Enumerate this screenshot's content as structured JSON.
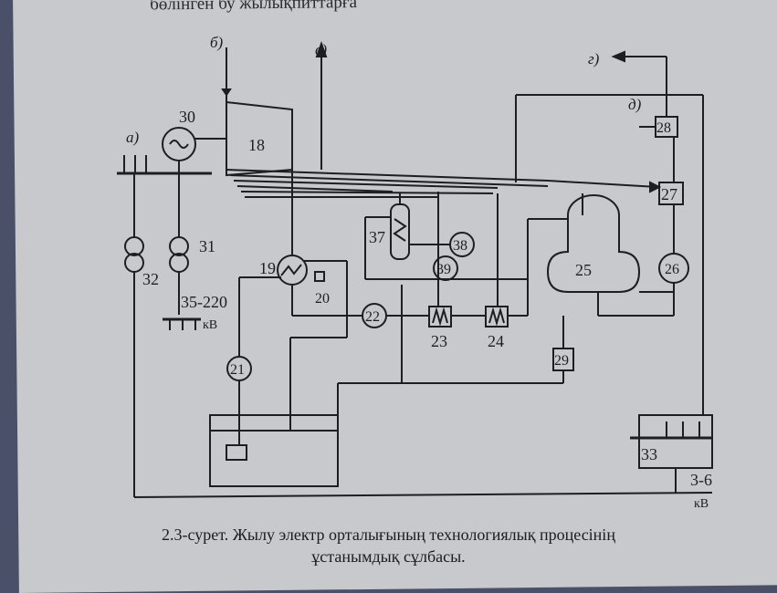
{
  "header_text": "бөлінген бу жылықпиттарға",
  "caption": {
    "line1": "2.3-сурет. Жылу электр орталығының технологиялық процесінің",
    "line2": "ұстанымдық сұлбасы."
  },
  "streams": {
    "a": "а)",
    "b": "б)",
    "v": "в)",
    "g": "г)",
    "d": "д)"
  },
  "components": {
    "c18": "18",
    "c19": "19",
    "c20": "20",
    "c21": "21",
    "c22": "22",
    "c23": "23",
    "c24": "24",
    "c25": "25",
    "c26": "26",
    "c27": "27",
    "c28": "28",
    "c29": "29",
    "c30": "30",
    "c31": "31",
    "c32": "32",
    "c33": "33",
    "c37": "37",
    "c38": "38",
    "c39": "39"
  },
  "voltages": {
    "hv": "35-220",
    "hv_unit": "кВ",
    "lv": "3-6",
    "lv_unit": "кВ"
  }
}
